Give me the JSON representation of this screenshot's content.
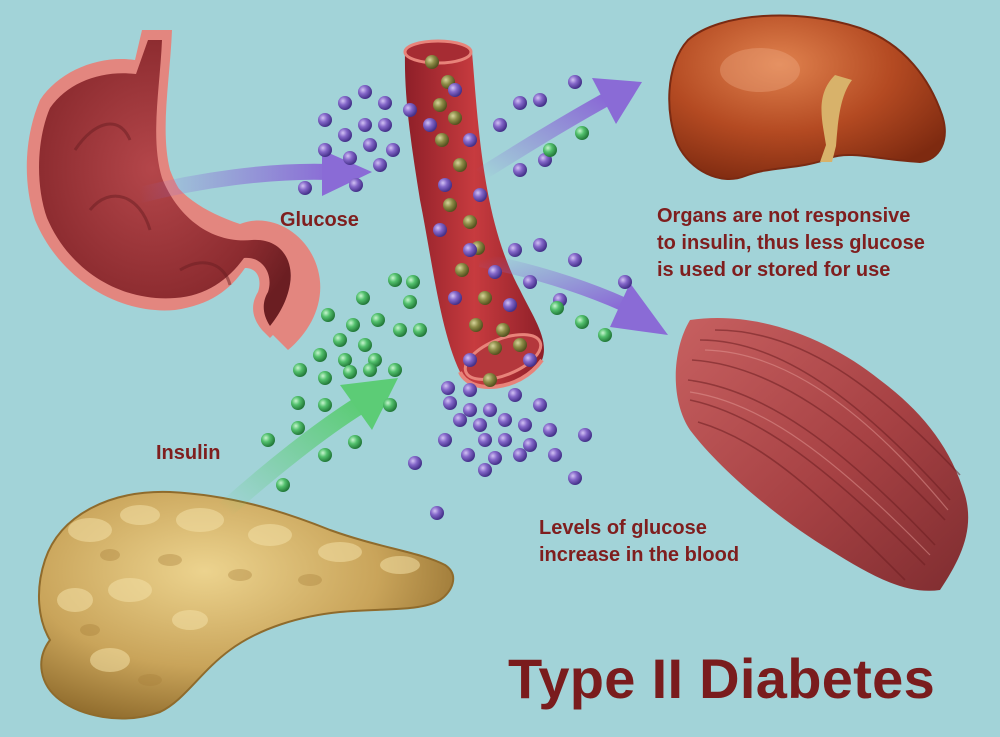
{
  "labels": {
    "glucose": "Glucose",
    "insulin": "Insulin",
    "organs": [
      "Organs are not responsive",
      "to insulin, thus less glucose",
      "is used or stored for use"
    ],
    "blood": [
      "Levels of glucose",
      "increase in the blood"
    ],
    "title": "Type II Diabetes"
  },
  "colors": {
    "background": "#a2d3d8",
    "text": "#7f1e1e",
    "glucose_molecule": "#7a5cbf",
    "insulin_molecule": "#4fbf6c",
    "glucose_arrow": "#8a6bd6",
    "insulin_arrow": "#5ccc76"
  },
  "icons": [
    "stomach-icon",
    "pancreas-icon",
    "blood-vessel-icon",
    "liver-icon",
    "muscle-icon"
  ]
}
